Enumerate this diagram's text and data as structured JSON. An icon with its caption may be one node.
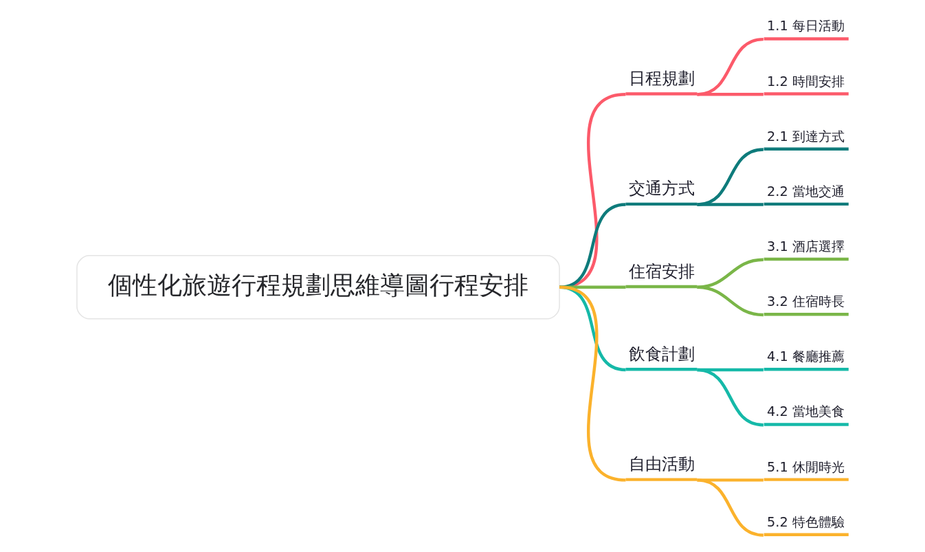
{
  "diagram": {
    "nodes": [
      {
        "text": [
          "個性化旅遊行程規劃思維導圖行程安排"
        ]
      },
      {
        "text": [
          "日程規劃"
        ]
      },
      {
        "text": [
          "1.1 每日活動"
        ]
      },
      {
        "text": [
          "1.2 時間安排"
        ]
      },
      {
        "text": [
          "交通方式"
        ]
      },
      {
        "text": [
          "2.1 到達方式"
        ]
      },
      {
        "text": [
          "2.2 當地交通"
        ]
      },
      {
        "text": [
          "住宿安排"
        ]
      },
      {
        "text": [
          "3.1 酒店選擇"
        ]
      },
      {
        "text": [
          "3.2 住宿時長"
        ]
      },
      {
        "text": [
          "飲食計劃"
        ]
      },
      {
        "text": [
          "4.1 餐廳推薦"
        ]
      },
      {
        "text": [
          "4.2 當地美食"
        ]
      },
      {
        "text": [
          "自由活動"
        ]
      },
      {
        "text": [
          "5.1 休閒時光"
        ]
      },
      {
        "text": [
          "5.2 特色體驗"
        ]
      }
    ],
    "edges": [
      {
        "from": 0,
        "to": 1,
        "arrow": "none",
        "color": "#fc5a6a"
      },
      {
        "from": 1,
        "to": 2,
        "arrow": "none",
        "color": "#fc5a6a"
      },
      {
        "from": 1,
        "to": 3,
        "arrow": "none",
        "color": "#fc5a6a"
      },
      {
        "from": 0,
        "to": 4,
        "arrow": "none",
        "color": "#0e7b7b"
      },
      {
        "from": 4,
        "to": 5,
        "arrow": "none",
        "color": "#0e7b7b"
      },
      {
        "from": 4,
        "to": 6,
        "arrow": "none",
        "color": "#0e7b7b"
      },
      {
        "from": 0,
        "to": 7,
        "arrow": "none",
        "color": "#7ab648"
      },
      {
        "from": 7,
        "to": 8,
        "arrow": "none",
        "color": "#7ab648"
      },
      {
        "from": 7,
        "to": 9,
        "arrow": "none",
        "color": "#7ab648"
      },
      {
        "from": 0,
        "to": 10,
        "arrow": "none",
        "color": "#15b9a8"
      },
      {
        "from": 10,
        "to": 11,
        "arrow": "none",
        "color": "#15b9a8"
      },
      {
        "from": 10,
        "to": 12,
        "arrow": "none",
        "color": "#15b9a8"
      },
      {
        "from": 0,
        "to": 13,
        "arrow": "none",
        "color": "#fbb22c"
      },
      {
        "from": 13,
        "to": 14,
        "arrow": "none",
        "color": "#fbb22c"
      },
      {
        "from": 13,
        "to": 15,
        "arrow": "none",
        "color": "#fbb22c"
      }
    ]
  }
}
